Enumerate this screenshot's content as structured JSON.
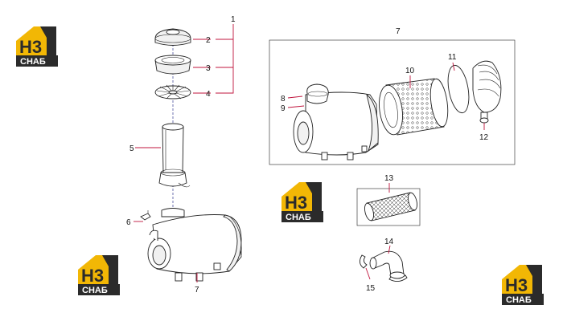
{
  "brand": {
    "logo_letters": "H3",
    "logo_word": "CHAБ",
    "color_yellow": "#f2b705",
    "color_dark": "#2b2b2b"
  },
  "callouts": [
    {
      "id": "1",
      "text": "1"
    },
    {
      "id": "2",
      "text": "2"
    },
    {
      "id": "3",
      "text": "3"
    },
    {
      "id": "4",
      "text": "4"
    },
    {
      "id": "5",
      "text": "5"
    },
    {
      "id": "6",
      "text": "6"
    },
    {
      "id": "7a",
      "text": "7"
    },
    {
      "id": "7b",
      "text": "7"
    },
    {
      "id": "8",
      "text": "8"
    },
    {
      "id": "9",
      "text": "9"
    },
    {
      "id": "10",
      "text": "10"
    },
    {
      "id": "11",
      "text": "11"
    },
    {
      "id": "12",
      "text": "12"
    },
    {
      "id": "13",
      "text": "13"
    },
    {
      "id": "14",
      "text": "14"
    },
    {
      "id": "15",
      "text": "15"
    }
  ],
  "colors": {
    "leader_line": "#c0143c",
    "assembly_line": "#4a4f9c",
    "outline": "#222222"
  }
}
